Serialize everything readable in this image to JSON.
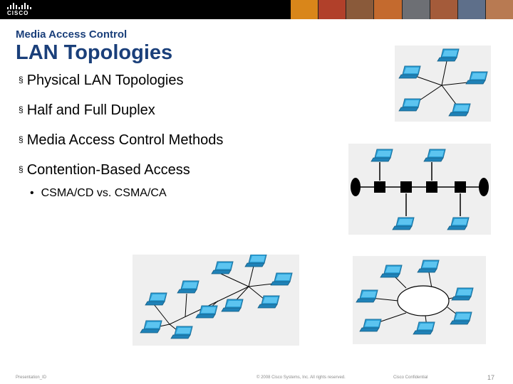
{
  "header": {
    "logo_text": "CISCO",
    "photos_label": "people-photo-strip"
  },
  "slide": {
    "subtitle": "Media Access Control",
    "title": "LAN Topologies",
    "bullets": [
      "Physical LAN Topologies",
      "Half and Full Duplex",
      "Media Access Control Methods",
      "Contention-Based Access"
    ],
    "sub_bullets": [
      "CSMA/CD vs. CSMA/CA"
    ]
  },
  "diagrams": {
    "star": "star-topology",
    "bus": "bus-topology",
    "extended_star": "extended-star-topology",
    "ring": "ring-topology"
  },
  "footer": {
    "left": "Presentation_ID",
    "center": "© 2008 Cisco Systems, Inc. All rights reserved.",
    "right": "Cisco Confidential",
    "page": "17"
  },
  "colors": {
    "title": "#1a3f7a",
    "laptop": "#2aa0d8",
    "diagram_bg": "#efefef"
  }
}
